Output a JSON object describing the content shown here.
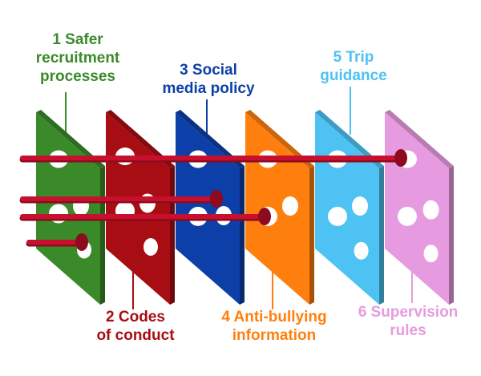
{
  "layers": [
    {
      "id": "l1",
      "number": "1",
      "lines": [
        "1 Safer",
        "recruitment",
        "processes"
      ],
      "color": "#3a8a2a"
    },
    {
      "id": "l2",
      "number": "2",
      "lines": [
        "2 Codes",
        "of conduct"
      ],
      "color": "#a70d12"
    },
    {
      "id": "l3",
      "number": "3",
      "lines": [
        "3 Social",
        "media policy"
      ],
      "color": "#0d3fa8"
    },
    {
      "id": "l4",
      "number": "4",
      "lines": [
        "4 Anti-bullying",
        "information"
      ],
      "color": "#ff7f0e"
    },
    {
      "id": "l5",
      "number": "5",
      "lines": [
        "5 Trip",
        "guidance"
      ],
      "color": "#4ec2f2"
    },
    {
      "id": "l6",
      "number": "6",
      "lines": [
        "6 Supervision",
        "rules"
      ],
      "color": "#e69be0"
    }
  ],
  "colors": {
    "rod": "#c8102e",
    "rod_shadow": "#8e0a1f",
    "hole": "#ffffff"
  }
}
